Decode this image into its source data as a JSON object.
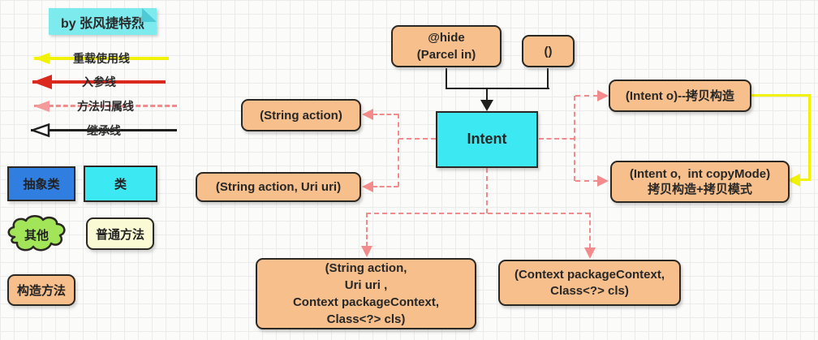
{
  "title": {
    "text": "by 张风捷特烈"
  },
  "line_legend": [
    {
      "label": "重载使用线",
      "color": "#f2f207",
      "style": "solid"
    },
    {
      "label": "入参线",
      "color": "#dc291e",
      "style": "solid"
    },
    {
      "label": "方法归属线",
      "color": "#f28b8b",
      "style": "dashed"
    },
    {
      "label": "继承线",
      "color": "#1f1f1f",
      "style": "solid-hollow-arrow"
    }
  ],
  "shape_legend": {
    "abstract_class": {
      "label": "抽象类",
      "color": "#2f7ee0"
    },
    "class": {
      "label": "类",
      "color": "#3ce8f1"
    },
    "other": {
      "label": "其他",
      "color": "#a3e558"
    },
    "normal_method": {
      "label": "普通方法",
      "color": "#fafad4"
    },
    "constructor": {
      "label": "构造方法",
      "color": "#f6bf8b"
    }
  },
  "nodes": {
    "intent": {
      "label": "Intent",
      "color": "#3ce8f1"
    },
    "hide_parcel": {
      "label": "@hide\n(Parcel in)",
      "color": "#f6bf8b"
    },
    "empty_constructor": {
      "label": "()",
      "color": "#f6bf8b"
    },
    "string_action": {
      "label": "(String action)",
      "color": "#f6bf8b"
    },
    "string_action_uri": {
      "label": "(String action, Uri uri)",
      "color": "#f6bf8b"
    },
    "intent_copy": {
      "label": "(Intent o)--拷贝构造",
      "color": "#f6bf8b"
    },
    "intent_copymode": {
      "label": "(Intent o,  int copyMode)\n拷贝构造+拷贝模式",
      "color": "#f6bf8b"
    },
    "four_args": {
      "label": "(String action,\nUri uri ,\nContext packageContext,\nClass<?> cls)",
      "color": "#f6bf8b"
    },
    "context_class": {
      "label": "(Context packageContext,\nClass<?> cls)",
      "color": "#f6bf8b"
    }
  }
}
